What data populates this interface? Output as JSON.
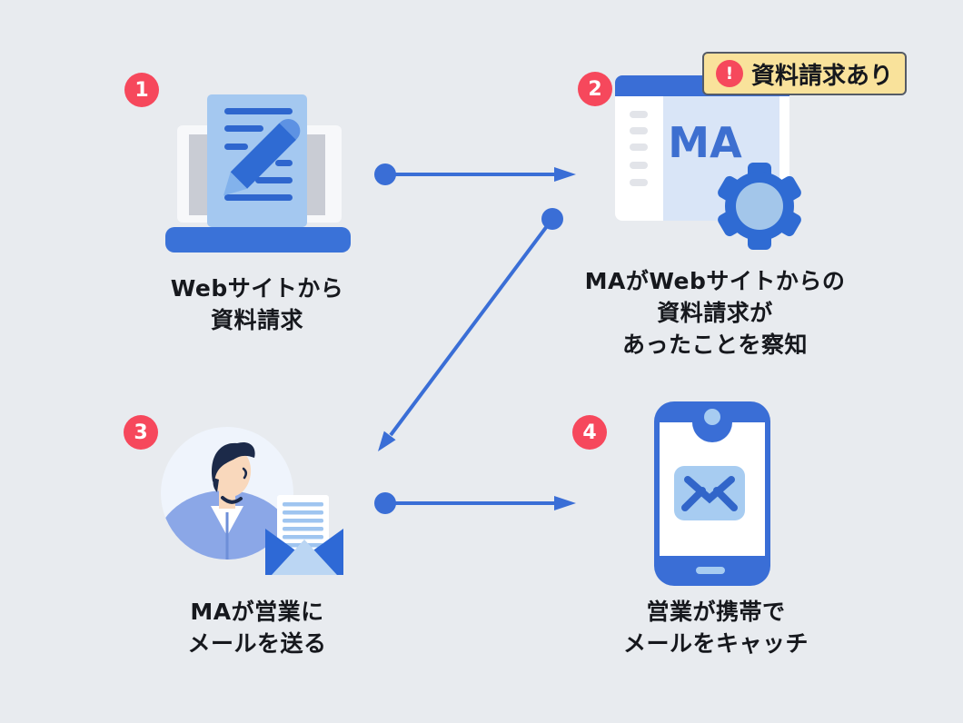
{
  "diagram_title": "MA flow diagram",
  "steps": [
    {
      "number": "1",
      "icon": "laptop-form-pencil-icon",
      "caption": [
        "Webサイトから",
        "資料請求"
      ]
    },
    {
      "number": "2",
      "icon": "ma-browser-gear-icon",
      "icon_label": "MA",
      "caption": [
        "MAがWebサイトからの",
        "資料請求が",
        "あったことを察知"
      ]
    },
    {
      "number": "3",
      "icon": "sales-person-envelope-icon",
      "caption": [
        "MAが営業に",
        "メールを送る"
      ]
    },
    {
      "number": "4",
      "icon": "smartphone-mail-icon",
      "caption": [
        "営業が携帯で",
        "メールをキャッチ"
      ]
    }
  ],
  "alert_badge": {
    "exclamation": "!",
    "label": "資料請求あり"
  },
  "connections": [
    {
      "from": "step-1",
      "to": "step-2",
      "direction": "right"
    },
    {
      "from": "step-2",
      "to": "step-3",
      "direction": "down-left"
    },
    {
      "from": "step-3",
      "to": "step-4",
      "direction": "right"
    }
  ],
  "colors": {
    "background": "#E8EBEF",
    "primary_blue": "#3A6ED6",
    "mid_blue": "#2F6BD3",
    "light_blue": "#A7CCF1",
    "pale_panel_blue": "#D9E5F7",
    "badge_red": "#F6485C",
    "alert_yellow": "#F9E29B",
    "alert_border": "#555B66",
    "text": "#16181D",
    "skin": "#F9D8BC",
    "hair_navy": "#1C2A49",
    "shirt_blue": "#8BA7E7"
  }
}
